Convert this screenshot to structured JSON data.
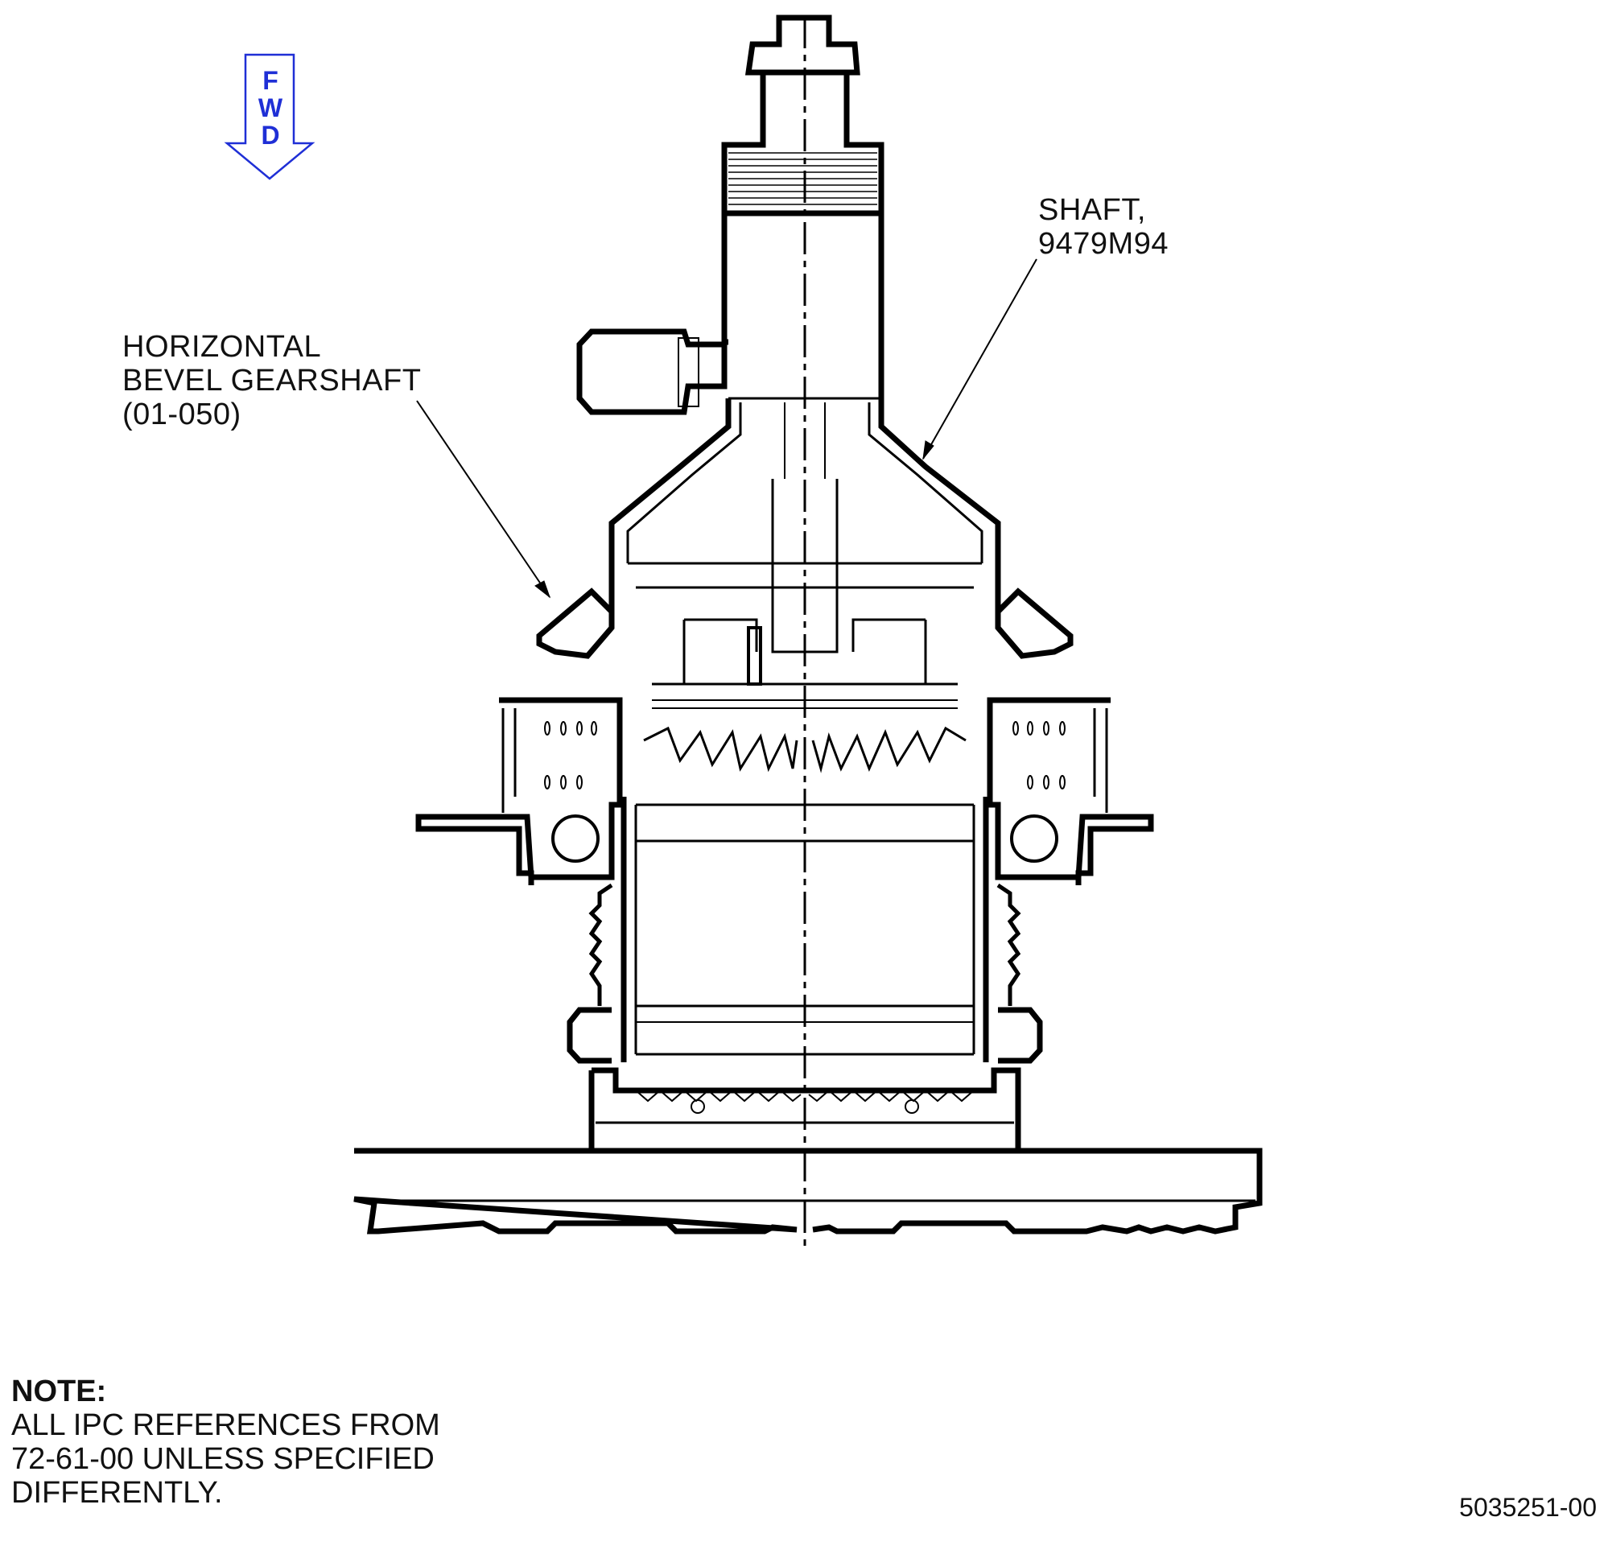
{
  "fwd_arrow": {
    "letters": [
      "F",
      "W",
      "D"
    ],
    "color": "#1f2fd6"
  },
  "callouts": {
    "shaft": {
      "line1": "SHAFT,",
      "line2": "9479M94"
    },
    "gearshaft": {
      "line1": "HORIZONTAL",
      "line2": "BEVEL GEARSHAFT",
      "line3": "(01-050)"
    }
  },
  "note": {
    "title": "NOTE:",
    "lines": [
      "ALL IPC REFERENCES FROM",
      "72-61-00 UNLESS SPECIFIED",
      "DIFFERENTLY."
    ]
  },
  "figure_number": "5035251-00"
}
